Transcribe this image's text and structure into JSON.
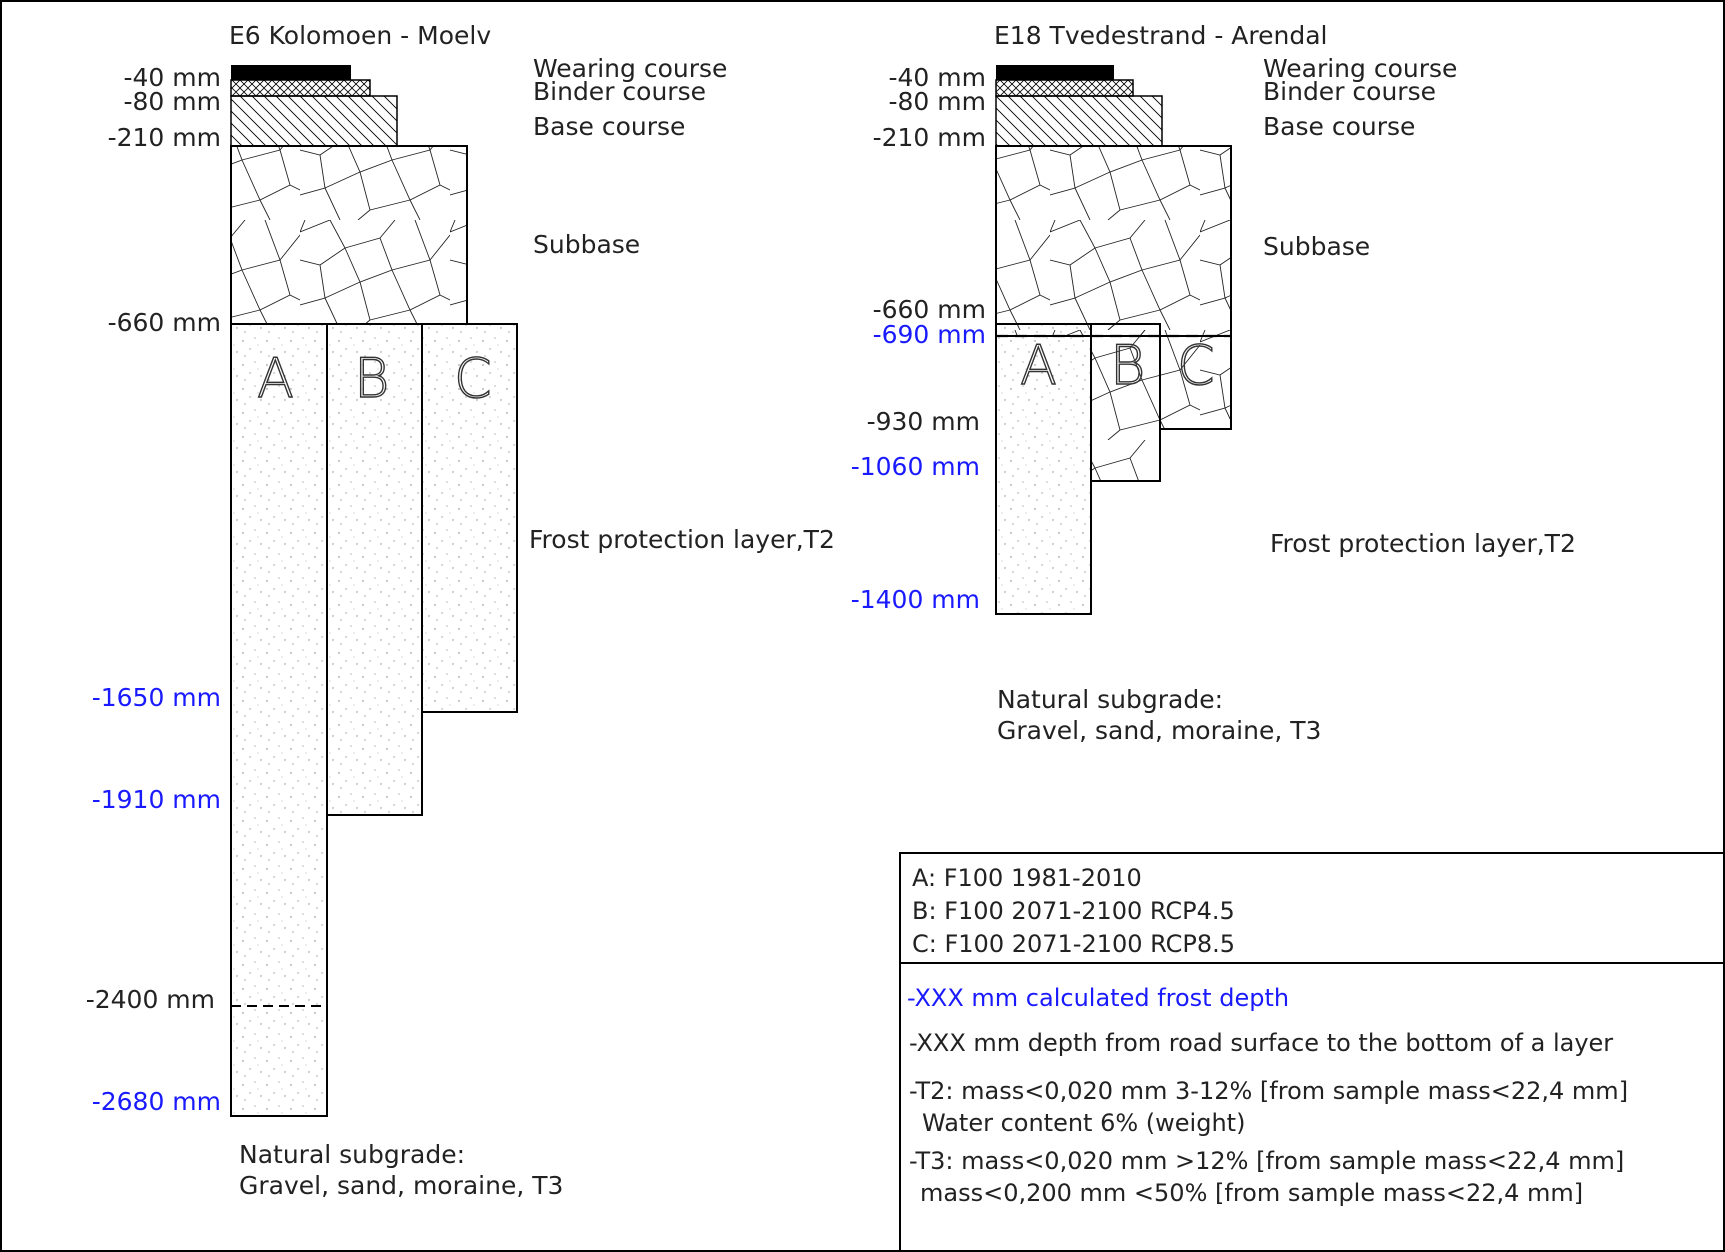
{
  "colors": {
    "calculated_depth": "#1a1aff",
    "depth_label": "#222222",
    "outline": "#000000"
  },
  "left_section": {
    "title": "E6 Kolomoen - Moelv",
    "depths": {
      "d40": "-40 mm",
      "d80": "-80 mm",
      "d210": "-210 mm",
      "d660": "-660 mm",
      "d2400": "-2400 mm"
    },
    "frost_depths": {
      "f1650": "-1650 mm",
      "f1910": "-1910 mm",
      "f2680": "-2680 mm"
    },
    "layers": {
      "wearing": "Wearing course",
      "binder": "Binder course",
      "base": "Base course",
      "subbase": "Subbase",
      "frost": "Frost protection layer,T2"
    },
    "columns": {
      "a": "A",
      "b": "B",
      "c": "C"
    },
    "subgrade": {
      "line1": "Natural subgrade:",
      "line2": "Gravel, sand, moraine, T3"
    }
  },
  "right_section": {
    "title": "E18 Tvedestrand - Arendal",
    "depths": {
      "d40": "-40 mm",
      "d80": "-80 mm",
      "d210": "-210 mm",
      "d660": "-660 mm",
      "d930": "-930 mm"
    },
    "frost_depths": {
      "f690": "-690 mm",
      "f1060": "-1060 mm",
      "f1400": "-1400 mm"
    },
    "layers": {
      "wearing": "Wearing course",
      "binder": "Binder course",
      "base": "Base course",
      "subbase": "Subbase",
      "frost": "Frost protection layer,T2"
    },
    "columns": {
      "a": "A",
      "b": "B",
      "c": "C"
    },
    "subgrade": {
      "line1": "Natural subgrade:",
      "line2": "Gravel, sand, moraine, T3"
    }
  },
  "legend": {
    "a": "A: F100 1981-2010",
    "b": "B: F100 2071-2100 RCP4.5",
    "c": "C: F100 2071-2100 RCP8.5",
    "calc": "-XXX mm calculated frost depth",
    "depth": "-XXX mm depth from road surface to the bottom of a layer",
    "t2_1": "-T2: mass<0,020 mm 3-12% [from sample mass<22,4 mm]",
    "t2_2": "Water content 6% (weight)",
    "t3_1": "-T3: mass<0,020 mm >12% [from sample mass<22,4 mm]",
    "t3_2": "mass<0,200 mm <50% [from sample mass<22,4 mm]"
  }
}
